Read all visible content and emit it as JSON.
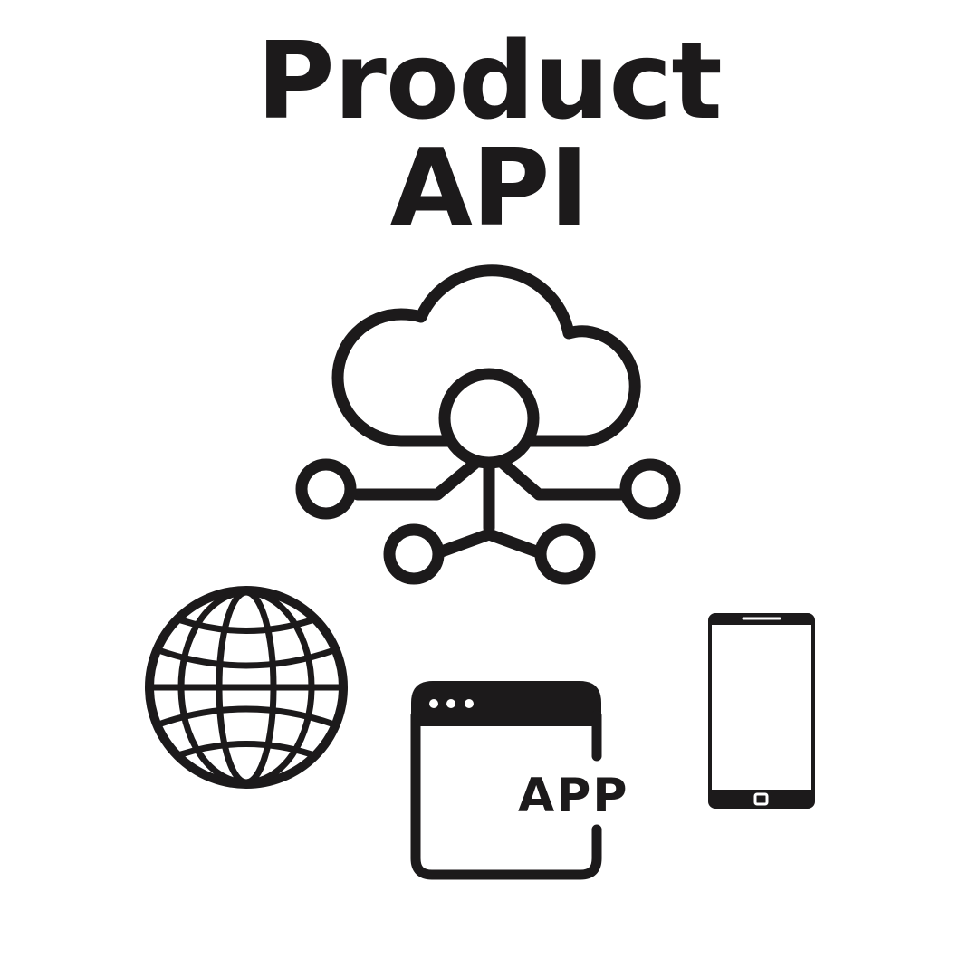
{
  "title": {
    "line1": "Product",
    "line2": "API"
  },
  "icons": {
    "cloud": "cloud-network-icon",
    "globe": "globe-icon",
    "app_window": "app-window-icon",
    "phone": "smartphone-icon"
  },
  "app_window": {
    "label": "APP"
  },
  "colors": {
    "ink": "#1c1a1b",
    "background": "#ffffff"
  }
}
